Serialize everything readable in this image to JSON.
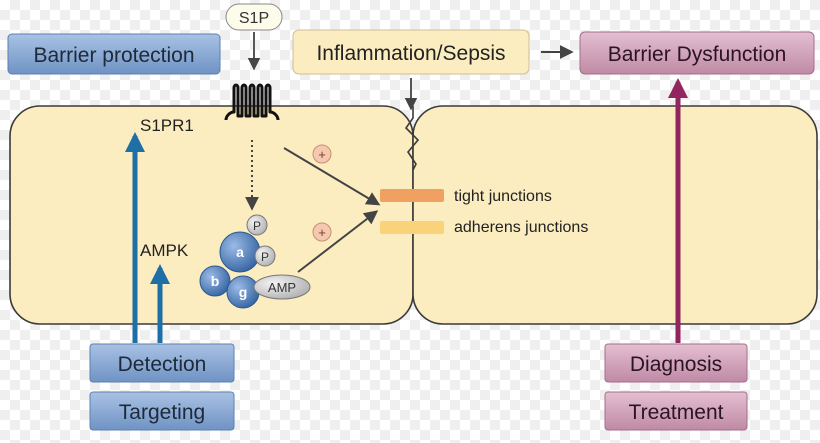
{
  "labels": {
    "s1p": "S1P",
    "barrier_protection": "Barrier protection",
    "inflammation_sepsis": "Inflammation/Sepsis",
    "barrier_dysfunction": "Barrier Dysfunction",
    "s1pr1": "S1PR1",
    "ampk": "AMPK",
    "plus": "+",
    "tight_junctions": "tight junctions",
    "adherens_junctions": "adherens junctions",
    "subunit_a": "a",
    "subunit_b": "b",
    "subunit_g": "g",
    "phospho": "P",
    "amp": "AMP",
    "detection": "Detection",
    "targeting": "Targeting",
    "diagnosis": "Diagnosis",
    "treatment": "Treatment"
  },
  "colors": {
    "cell_fill": "#fbedc0",
    "cell_stroke": "#3a3a3a",
    "blue_box": "#7a9dcc",
    "blue_arrow": "#1d6fa5",
    "purple_box": "#c695ae",
    "purple_arrow": "#92245e",
    "tight_junction": "#f0a060",
    "adherens_junction": "#f9d27a",
    "ampk_blue": "#3e6fb0",
    "plus_fill": "#f5c8b0"
  }
}
